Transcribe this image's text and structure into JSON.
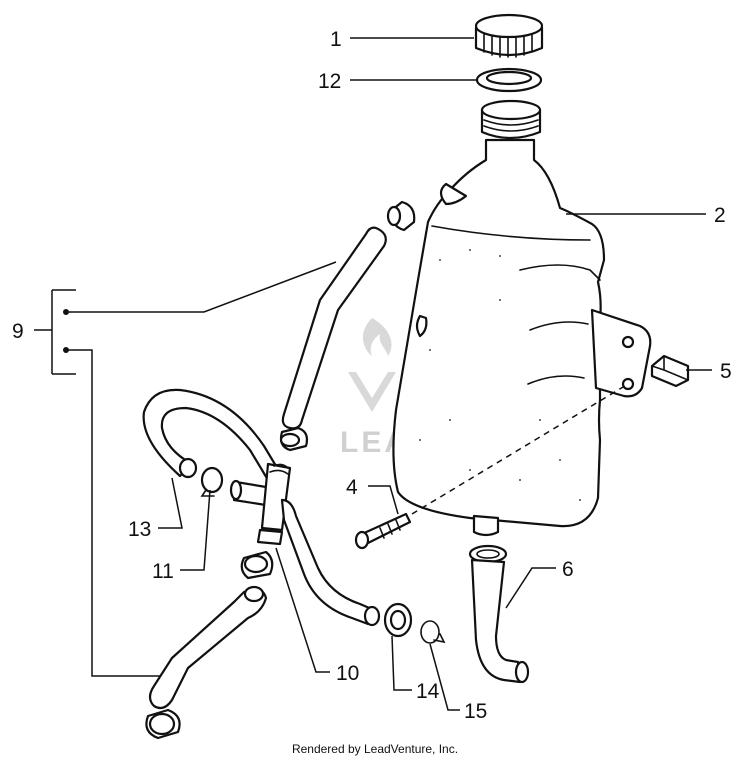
{
  "callouts": {
    "c1": "1",
    "c2": "2",
    "c4": "4",
    "c5": "5",
    "c6": "6",
    "c9": "9",
    "c10": "10",
    "c11": "11",
    "c12": "12",
    "c13": "13",
    "c14": "14",
    "c15": "15"
  },
  "watermark": "LEADVENTURE",
  "footer": "Rendered by LeadVenture, Inc."
}
